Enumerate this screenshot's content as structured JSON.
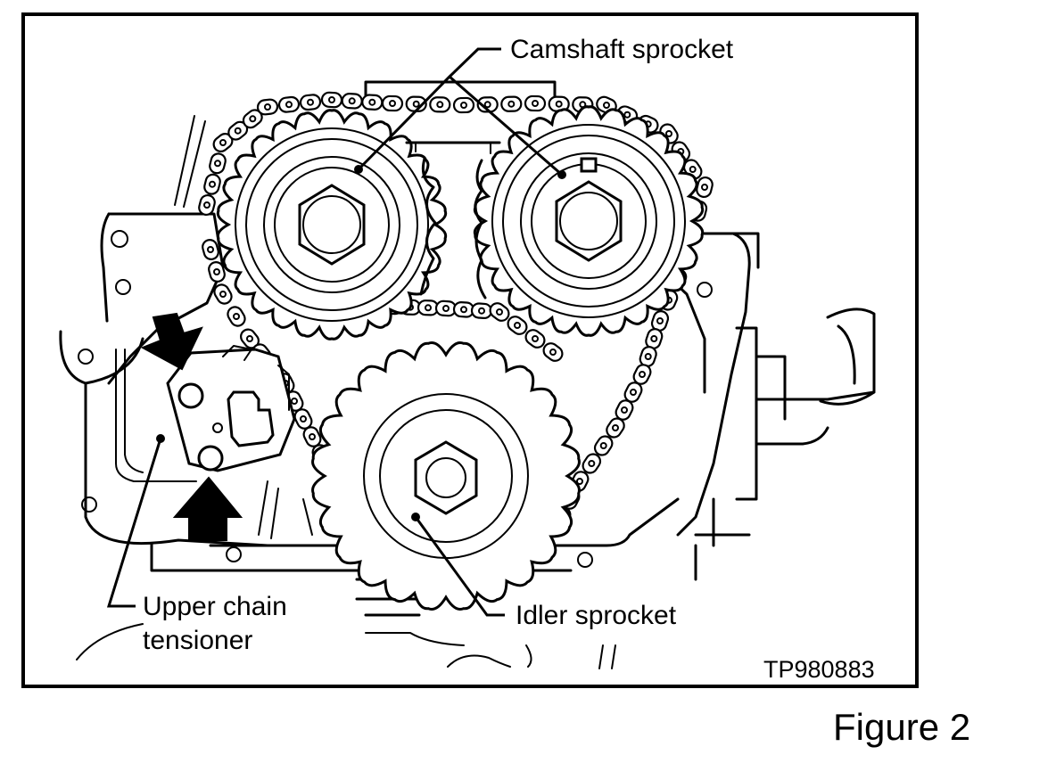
{
  "labels": {
    "camshaft_sprocket": "Camshaft sprocket",
    "upper_chain_tensioner_line1": "Upper chain",
    "upper_chain_tensioner_line2": "tensioner",
    "idler_sprocket": "Idler sprocket",
    "part_code": "TP980883"
  },
  "caption": "Figure 2",
  "icons": {
    "arrow": "filled-arrow",
    "sprocket": "gear-icon"
  },
  "colors": {
    "ink": "#000000",
    "paper": "#ffffff"
  }
}
